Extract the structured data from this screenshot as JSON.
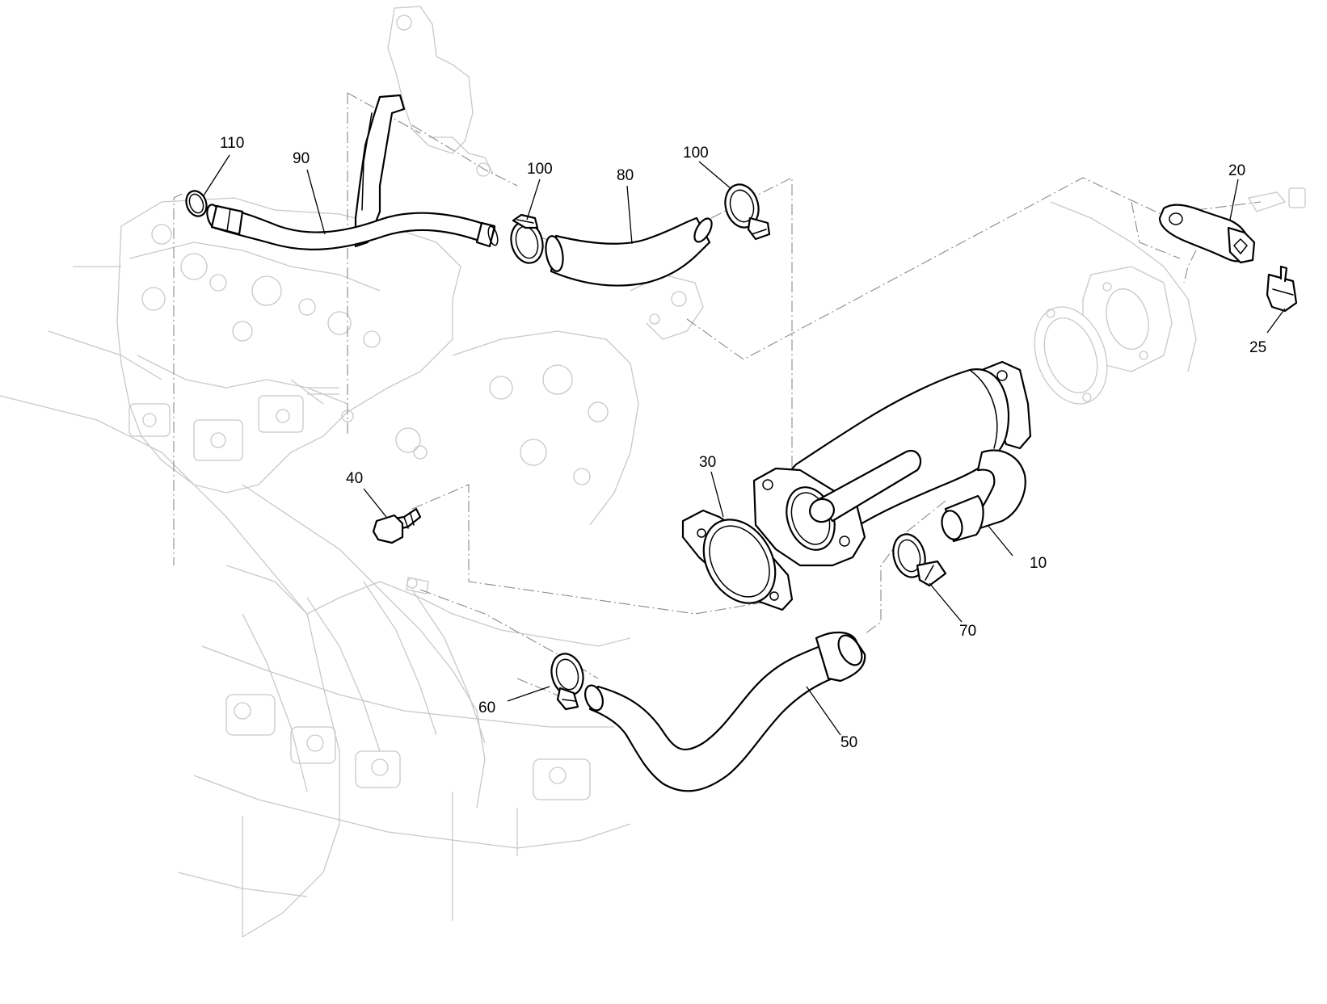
{
  "diagram": {
    "callouts": {
      "c10": "10",
      "c20": "20",
      "c25": "25",
      "c30": "30",
      "c40": "40",
      "c50": "50",
      "c60": "60",
      "c70": "70",
      "c80": "80",
      "c90": "90",
      "c100a": "100",
      "c100b": "100",
      "c110": "110"
    },
    "colors": {
      "part_line": "#000000",
      "ghost_line": "#c8c8c8",
      "centerline": "#8a8a8a",
      "background": "#ffffff"
    }
  }
}
